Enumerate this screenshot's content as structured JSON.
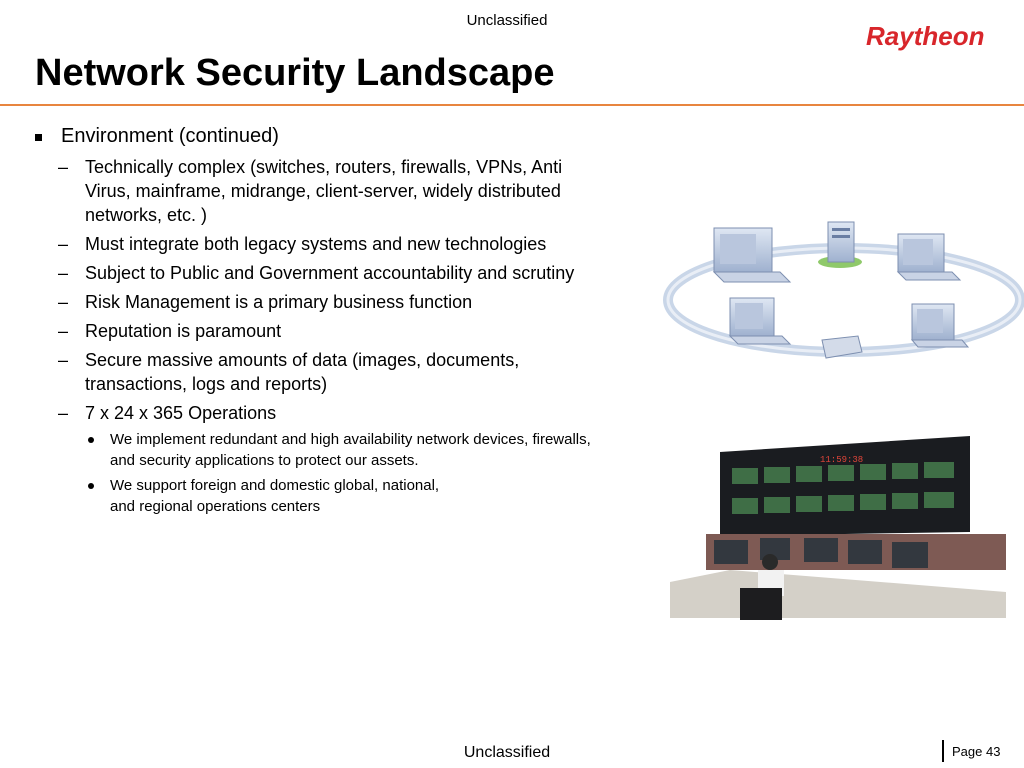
{
  "header": {
    "classification": "Unclassified",
    "logo_text": "Raytheon",
    "title": "Network Security Landscape"
  },
  "content": {
    "heading": "Environment (continued)",
    "items": [
      {
        "dash": "–",
        "text": "Technically complex (switches, routers, firewalls, VPNs, Anti",
        "cont": [
          "Virus, mainframe, midrange, client-server,  widely distributed",
          "networks, etc. )"
        ]
      },
      {
        "dash": "–",
        "text": "Must integrate both legacy systems and new technologies"
      },
      {
        "dash": "–",
        "text": "Subject to Public and Government accountability and scrutiny"
      },
      {
        "dash": "–",
        "text": "Risk Management is a primary business function"
      },
      {
        "dash": "–",
        "text": "Reputation is paramount"
      },
      {
        "dash": "–",
        "text": "Secure massive amounts of data (images, documents,",
        "cont": [
          "transactions, logs and reports)"
        ]
      },
      {
        "dash": "–",
        "text": "7 x 24 x 365 Operations"
      }
    ],
    "sub_items": [
      {
        "lines": [
          "We implement redundant and high availability network devices, firewalls,",
          "and security applications to protect our assets."
        ]
      },
      {
        "lines": [
          "We support foreign and domestic global, national,",
          "and regional operations centers"
        ]
      }
    ]
  },
  "images": {
    "ops_clock": "11:59:38"
  },
  "footer": {
    "classification": "Unclassified",
    "page_label": "Page 43"
  },
  "colors": {
    "accent_orange": "#e8853f",
    "logo_red": "#d8262b",
    "network_ring": "#c9d6e8",
    "workstation": "#b9c6dd"
  }
}
